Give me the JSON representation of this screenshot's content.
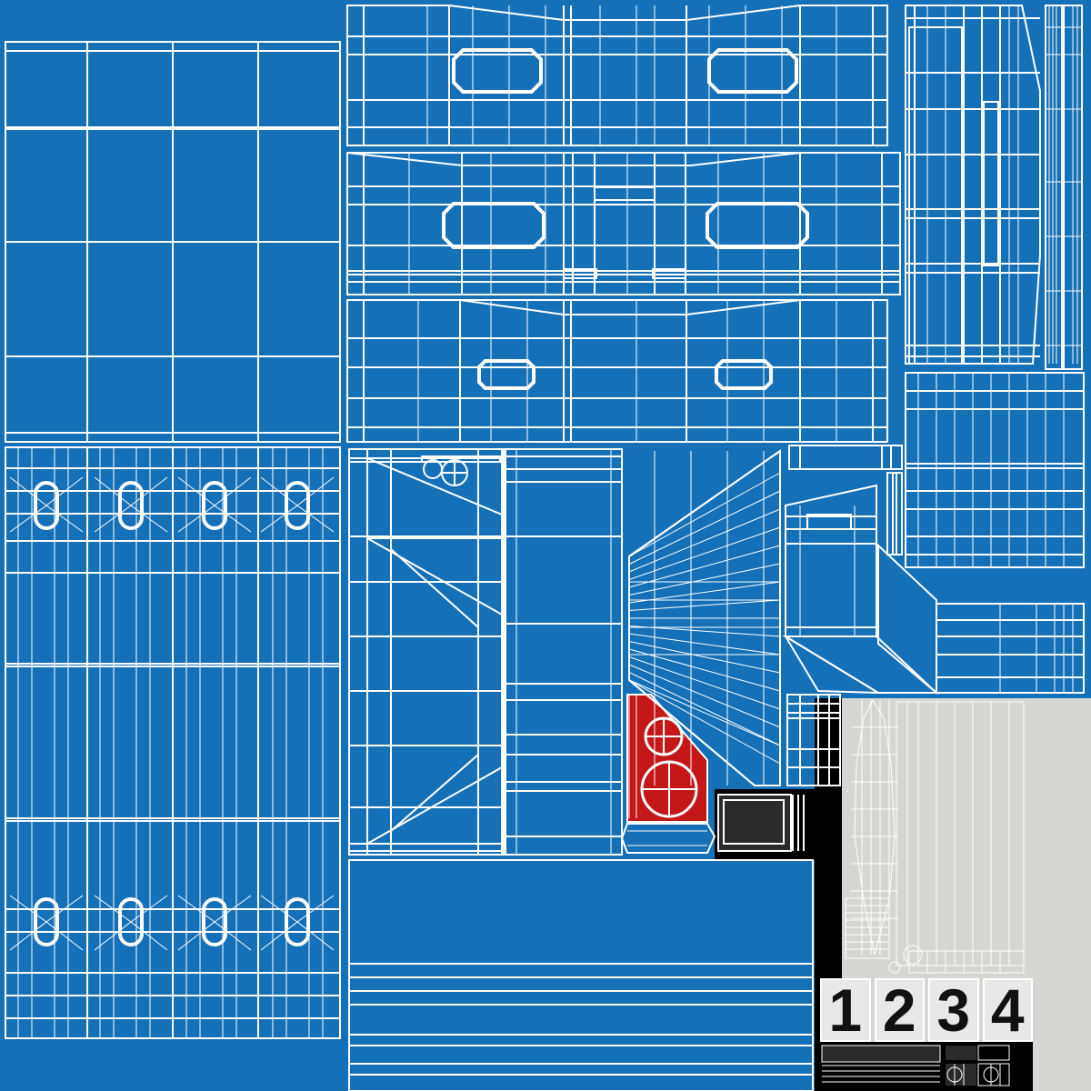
{
  "texture": {
    "colors": {
      "blue": "#1570b7",
      "line": "#ffffff",
      "red": "#c41818",
      "dark": "#2a2a2a",
      "concrete": "#d6d6d2",
      "black": "#000000"
    }
  },
  "number_decals": [
    "1",
    "2",
    "3",
    "4"
  ]
}
